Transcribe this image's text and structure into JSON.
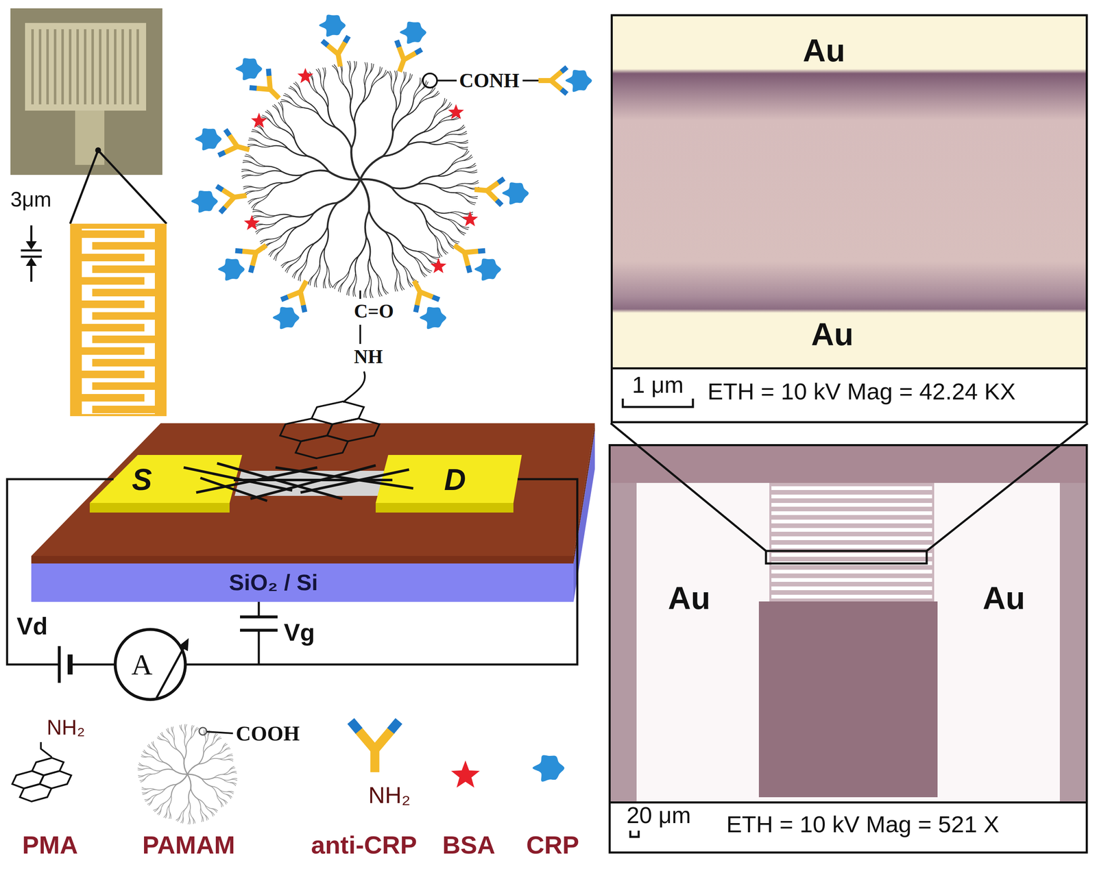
{
  "diagram": {
    "nodes": [
      {
        "text": [
          "Au",
          "Au"
        ]
      },
      {
        "text": [
          "1 μm",
          "ETH = 10 kV Mag = 42.24 KX"
        ],
        "in": 0
      },
      {
        "text": [
          "Au",
          "Au"
        ]
      },
      {
        "text": [
          "20 μm",
          "ETH = 10 kV Mag = 521 X"
        ],
        "in": 2
      }
    ],
    "labels": [
      "3μm",
      "CONH",
      "C=O",
      "NH",
      "S",
      "D",
      "SiO₂ / Si",
      "Vd",
      "A",
      "Vg",
      "NH₂",
      "COOH",
      "NH₂"
    ],
    "legend": [
      {
        "text": "PMA"
      },
      {
        "text": "PAMAM"
      },
      {
        "text": "anti-CRP"
      },
      {
        "text": "BSA"
      },
      {
        "text": "CRP"
      }
    ]
  }
}
